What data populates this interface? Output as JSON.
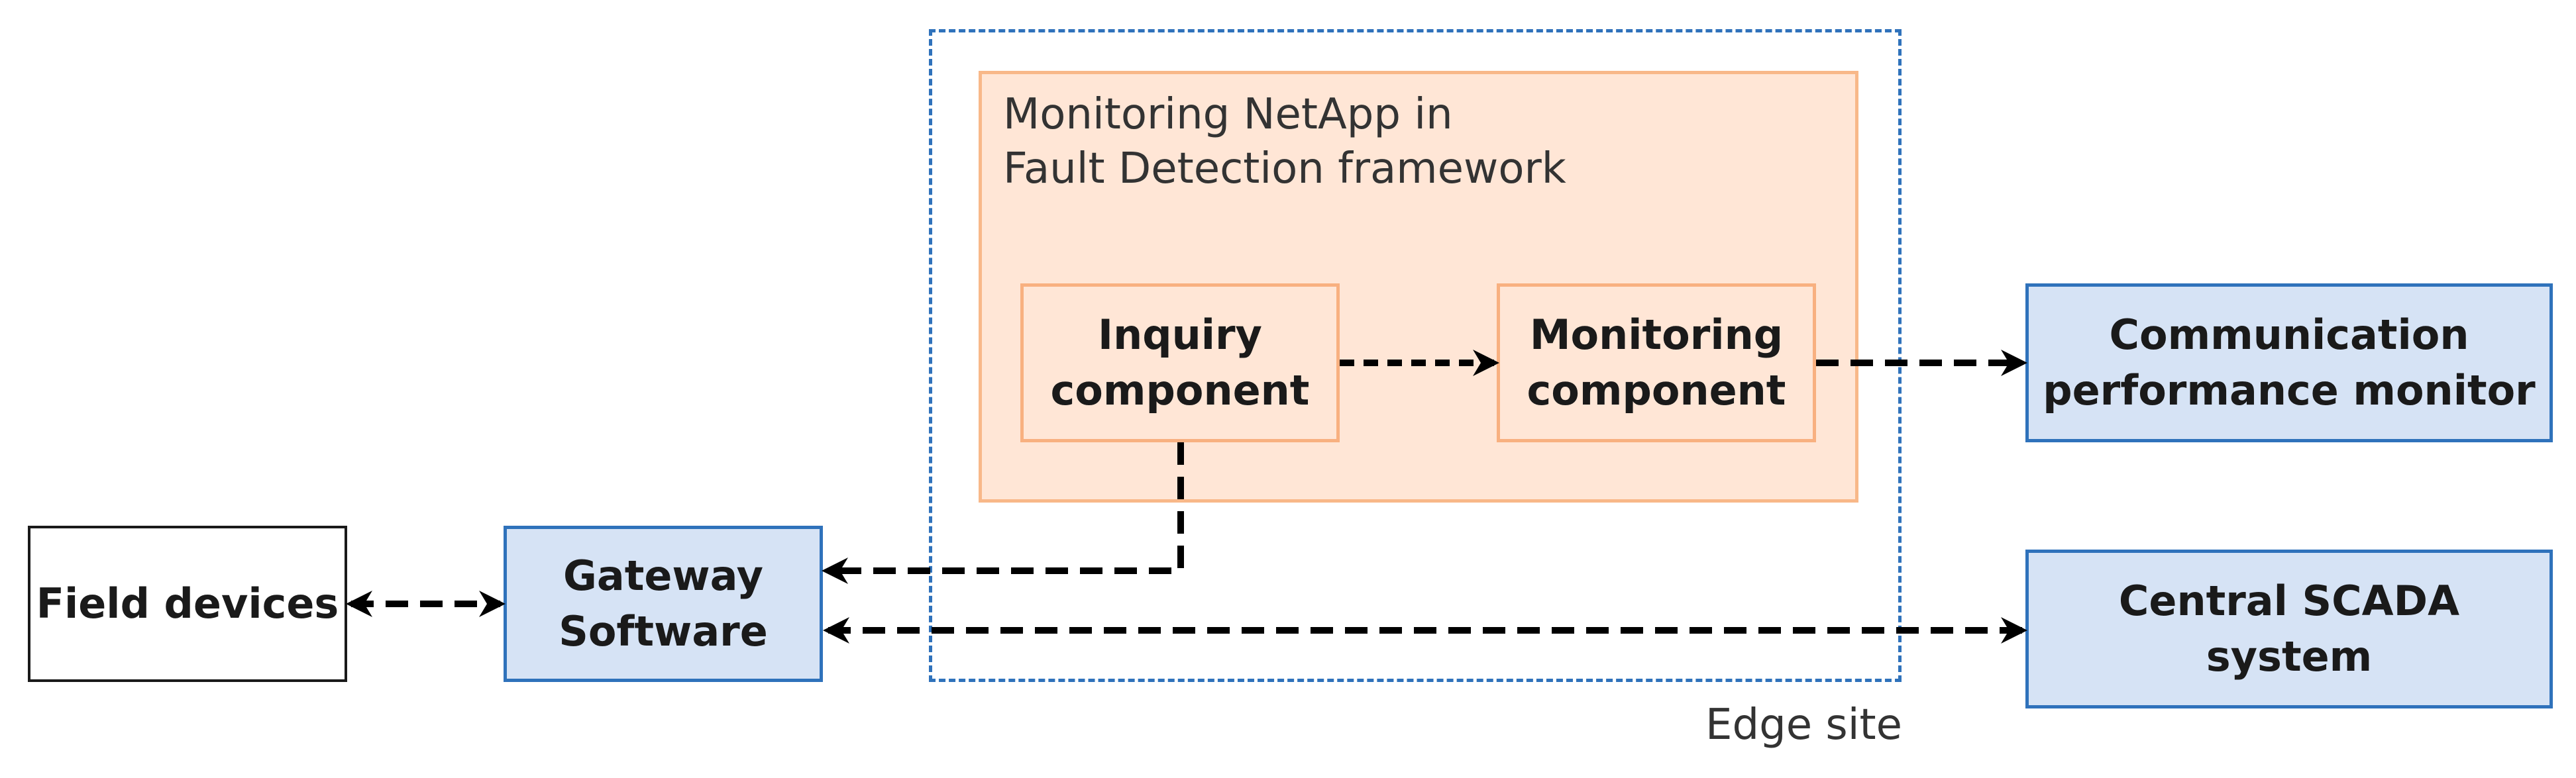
{
  "diagram": {
    "edge_site_label": "Edge site",
    "netapp_title_line1": "Monitoring NetApp in",
    "netapp_title_line2": "Fault Detection framework",
    "inquiry": {
      "line1": "Inquiry",
      "line2": "component"
    },
    "monitoring": {
      "line1": "Monitoring",
      "line2": "component"
    },
    "comm_monitor": {
      "line1": "Communication",
      "line2": "performance monitor"
    },
    "central_scada": {
      "label": "Central SCADA system"
    },
    "gateway": {
      "line1": "Gateway",
      "line2": "Software"
    },
    "field_devices": {
      "label": "Field devices"
    }
  },
  "colors": {
    "blue_fill": "#d6e3f5",
    "blue_border": "#2f72bb",
    "orange_fill": "#ffe6d6",
    "orange_border": "#f8b080",
    "line": "#000000"
  }
}
